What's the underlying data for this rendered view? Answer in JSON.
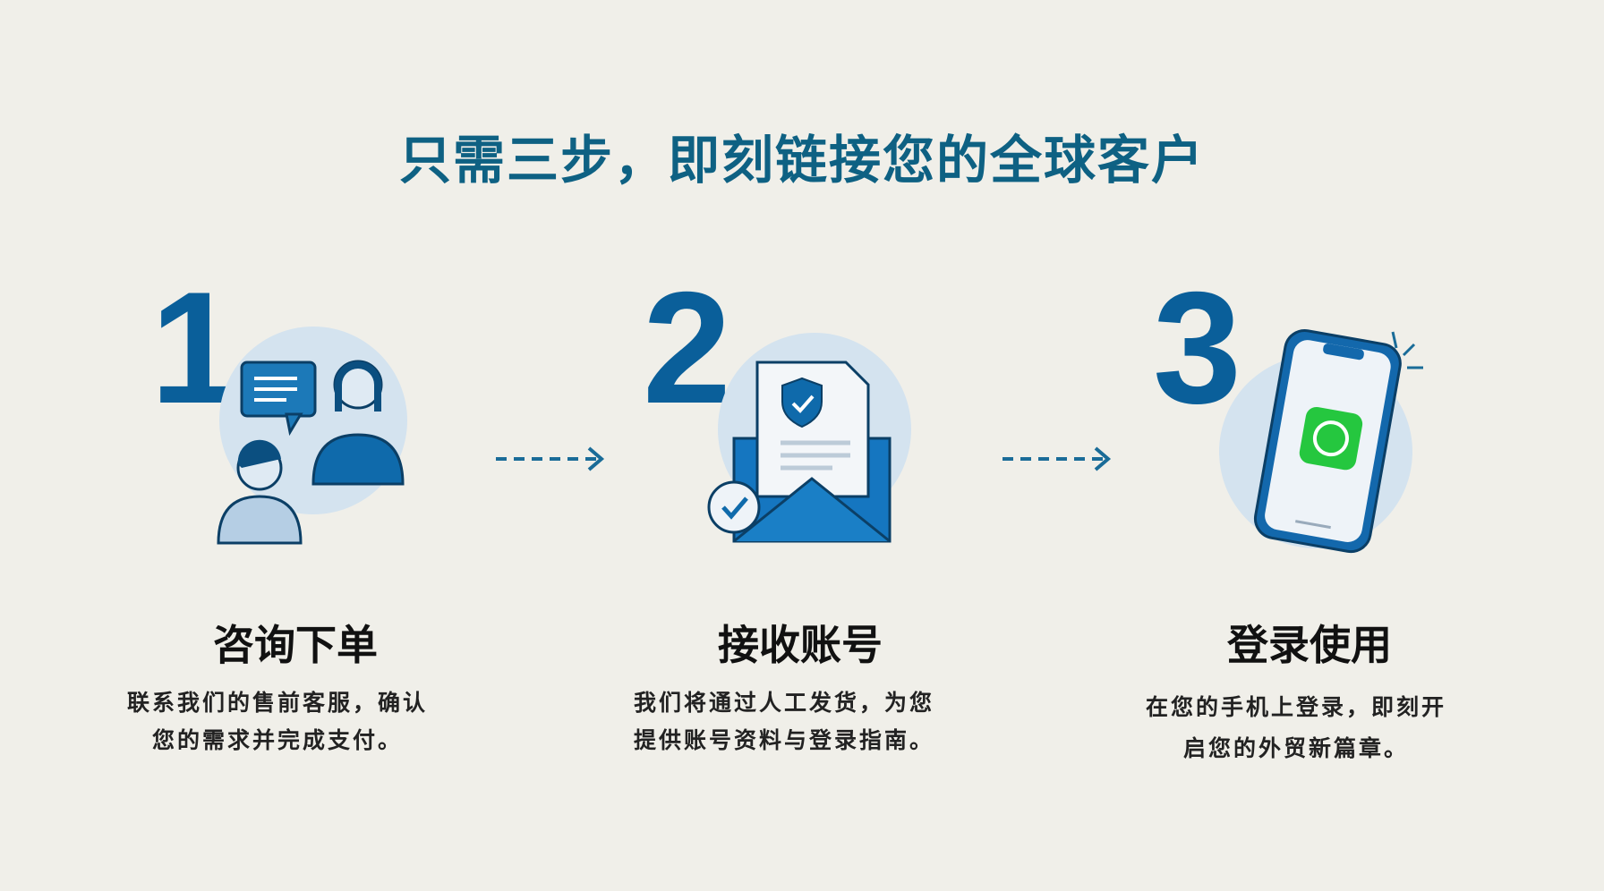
{
  "title": "只需三步，即刻链接您的全球客户",
  "colors": {
    "primary": "#0a5f9a",
    "title": "#0e6183",
    "circle": "#d4e3ef",
    "whatsapp": "#25c73f"
  },
  "steps": [
    {
      "number": "1",
      "title": "咨询下单",
      "desc_lines": [
        "联系我们的售前客服，确认",
        "您的需求并完成支付。"
      ],
      "icon": "customer-service-chat-icon"
    },
    {
      "number": "2",
      "title": "接收账号",
      "desc_lines": [
        "我们将通过人工发货，为您",
        "提供账号资料与登录指南。"
      ],
      "icon": "envelope-document-check-icon"
    },
    {
      "number": "3",
      "title": "登录使用",
      "desc_lines": [
        "在您的手机上登录，即刻开",
        "启您的外贸新篇章。"
      ],
      "icon": "phone-whatsapp-icon"
    }
  ]
}
